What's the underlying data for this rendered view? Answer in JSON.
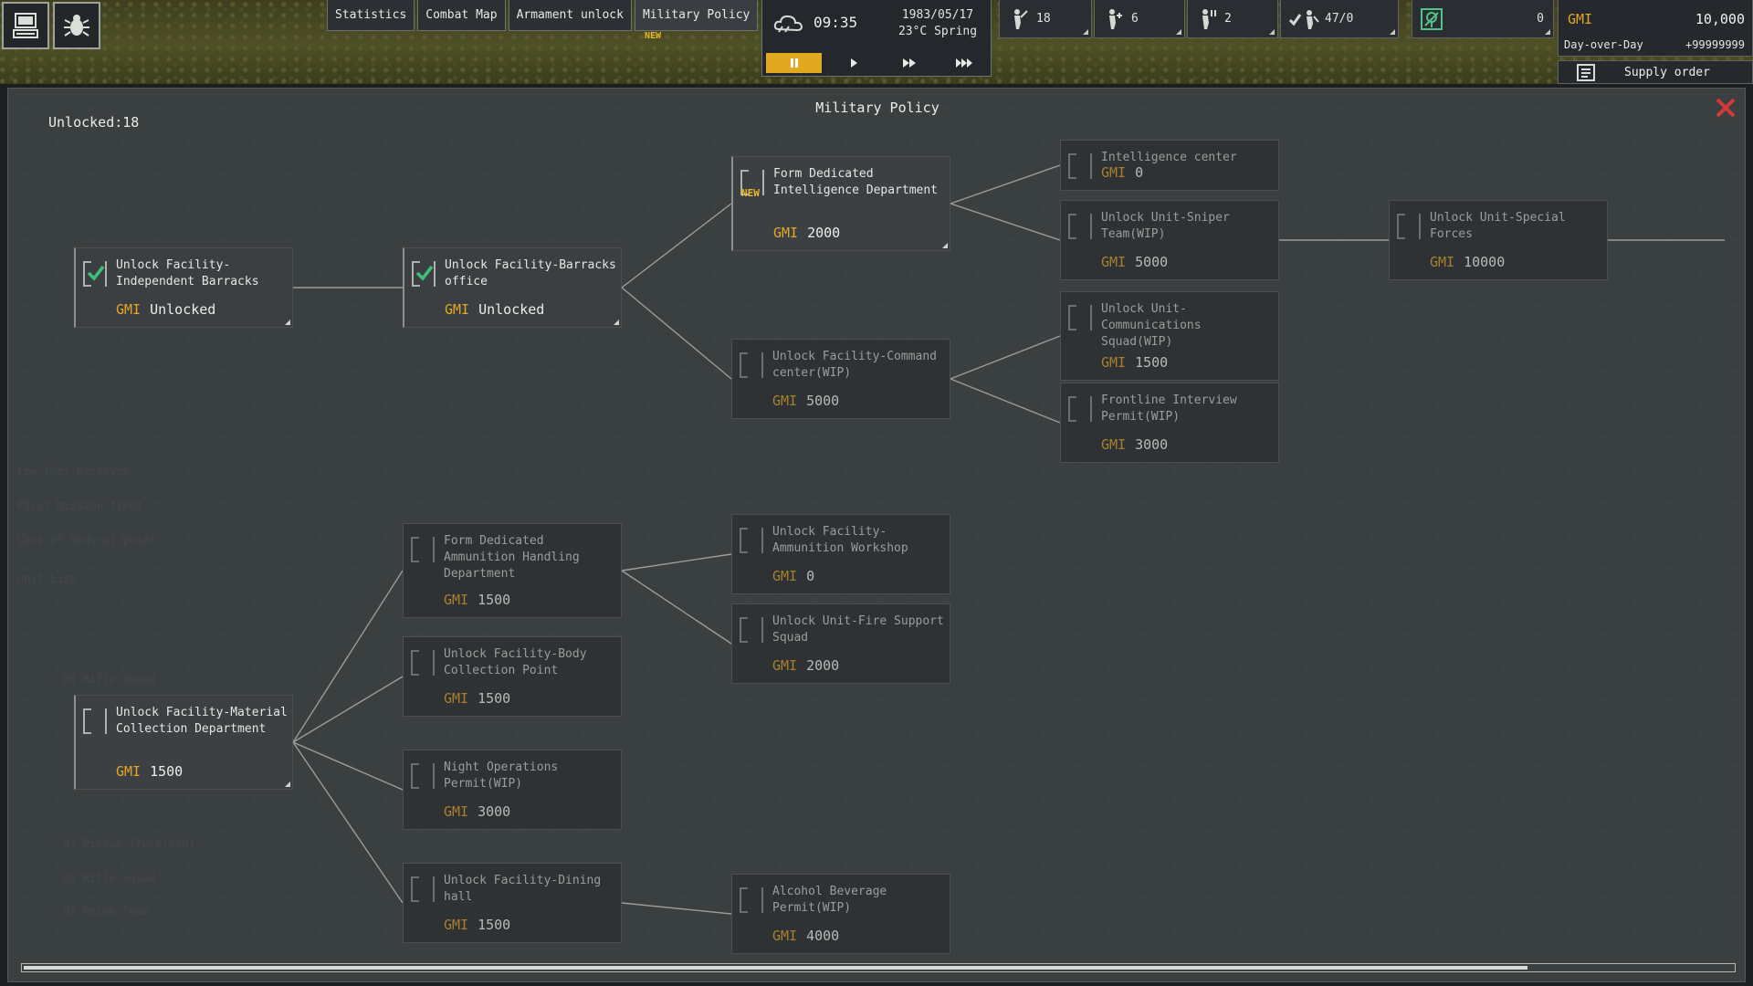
{
  "topbar": {
    "tabs": [
      {
        "label": "Statistics",
        "active": false
      },
      {
        "label": "Combat Map",
        "active": false
      },
      {
        "label": "Armament unlock",
        "active": false
      },
      {
        "label": "Military Policy",
        "active": true,
        "badge": "NEW"
      }
    ],
    "time": "09:35",
    "date": "1983/05/17",
    "weather": "23°C Spring",
    "speed_selected": "pause",
    "stats": [
      {
        "icon": "soldier-icon",
        "value": "18"
      },
      {
        "icon": "wounded-icon",
        "value": "6"
      },
      {
        "icon": "squad-icon",
        "value": "2"
      },
      {
        "icon": "personnel-icon",
        "value": "47/0"
      },
      {
        "icon": "map-marker-icon",
        "value": "0"
      }
    ],
    "currency_label": "GMI",
    "currency_value": "10,000",
    "day_over_day_label": "Day-over-Day",
    "day_over_day_value": "+99999999",
    "supply_label": "Supply order"
  },
  "panel": {
    "title": "Military Policy",
    "unlocked_label": "Unlocked:18",
    "scroll_fraction": 0.88
  },
  "ghost_text": [
    "Low fuel Reserves",
    "First mission fleet",
    "Lack of medical point",
    "Unit List",
    "01 Rifle Squad",
    "01 Pickup Truck(Std)",
    "01 Rifle Squad",
    "01 Recon Team"
  ],
  "nodes": [
    {
      "id": "n1",
      "title": "Unlock Facility-Independent Barracks",
      "cost_label": "GMI",
      "cost": "Unlocked",
      "state": "done"
    },
    {
      "id": "n2",
      "title": "Unlock Facility-Barracks office",
      "cost_label": "GMI",
      "cost": "Unlocked",
      "state": "done"
    },
    {
      "id": "n3",
      "title": "Form Dedicated Intelligence Department",
      "cost_label": "GMI",
      "cost": "2000",
      "state": "avail",
      "badge": "NEW"
    },
    {
      "id": "n4",
      "title": "Unlock Facility-Command center(WIP)",
      "cost_label": "GMI",
      "cost": "5000",
      "state": "dim"
    },
    {
      "id": "n5",
      "title": "Intelligence center",
      "cost_label": "GMI",
      "cost": "0",
      "state": "dim"
    },
    {
      "id": "n6",
      "title": "Unlock Unit-Sniper Team(WIP)",
      "cost_label": "GMI",
      "cost": "5000",
      "state": "dim"
    },
    {
      "id": "n7",
      "title": "Unlock Unit-Special Forces",
      "cost_label": "GMI",
      "cost": "10000",
      "state": "dim"
    },
    {
      "id": "n8",
      "title": "Unlock Unit-Communications Squad(WIP)",
      "cost_label": "GMI",
      "cost": "1500",
      "state": "dim"
    },
    {
      "id": "n9",
      "title": "Frontline Interview Permit(WIP)",
      "cost_label": "GMI",
      "cost": "3000",
      "state": "dim"
    },
    {
      "id": "n10",
      "title": "Form Dedicated Ammunition Handling Department",
      "cost_label": "GMI",
      "cost": "1500",
      "state": "dim"
    },
    {
      "id": "n11",
      "title": "Unlock Facility-Ammunition Workshop",
      "cost_label": "GMI",
      "cost": "0",
      "state": "dim"
    },
    {
      "id": "n12",
      "title": "Unlock Unit-Fire Support Squad",
      "cost_label": "GMI",
      "cost": "2000",
      "state": "dim"
    },
    {
      "id": "n13",
      "title": "Unlock Facility-Body Collection Point",
      "cost_label": "GMI",
      "cost": "1500",
      "state": "dim"
    },
    {
      "id": "n14",
      "title": "Unlock Facility-Material Collection Department",
      "cost_label": "GMI",
      "cost": "1500",
      "state": "avail"
    },
    {
      "id": "n15",
      "title": "Night Operations Permit(WIP)",
      "cost_label": "GMI",
      "cost": "3000",
      "state": "dim"
    },
    {
      "id": "n16",
      "title": "Unlock Facility-Dining hall",
      "cost_label": "GMI",
      "cost": "1500",
      "state": "dim"
    },
    {
      "id": "n17",
      "title": "Alcohol Beverage Permit(WIP)",
      "cost_label": "GMI",
      "cost": "4000",
      "state": "dim"
    }
  ]
}
